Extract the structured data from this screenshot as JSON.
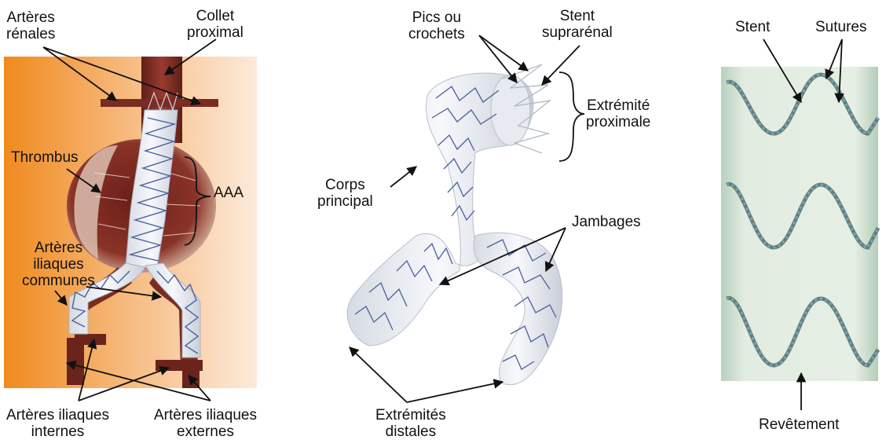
{
  "panel_left": {
    "labels": {
      "renal_arteries": [
        "Artères",
        "rénales"
      ],
      "proximal_neck": [
        "Collet",
        "proximal"
      ],
      "thrombus": "Thrombus",
      "aaa": "AAA",
      "common_iliac": [
        "Artères",
        "iliaques",
        "communes"
      ],
      "internal_iliac": [
        "Artères iliaques",
        "internes"
      ],
      "external_iliac": [
        "Artères iliaques",
        "externes"
      ]
    }
  },
  "panel_middle": {
    "labels": {
      "hooks": [
        "Pics ou",
        "crochets"
      ],
      "suprarenal_stent": [
        "Stent",
        "suprarénal"
      ],
      "proximal_end": [
        "Extrémité",
        "proximale"
      ],
      "main_body": [
        "Corps",
        "principal"
      ],
      "legs": "Jambages",
      "distal_ends": [
        "Extrémités",
        "distales"
      ]
    }
  },
  "panel_right": {
    "labels": {
      "stent": "Stent",
      "sutures": "Sutures",
      "covering": "Revêtement"
    }
  },
  "colors": {
    "artery": "#7a2c22",
    "artery_light": "#a8473a",
    "background_orange": "#f39b3c",
    "graft": "#f2f4f7",
    "stent_wire": "#4a5f9c",
    "fabric": "#d9e6d6",
    "suture": "#5fb2c4"
  }
}
